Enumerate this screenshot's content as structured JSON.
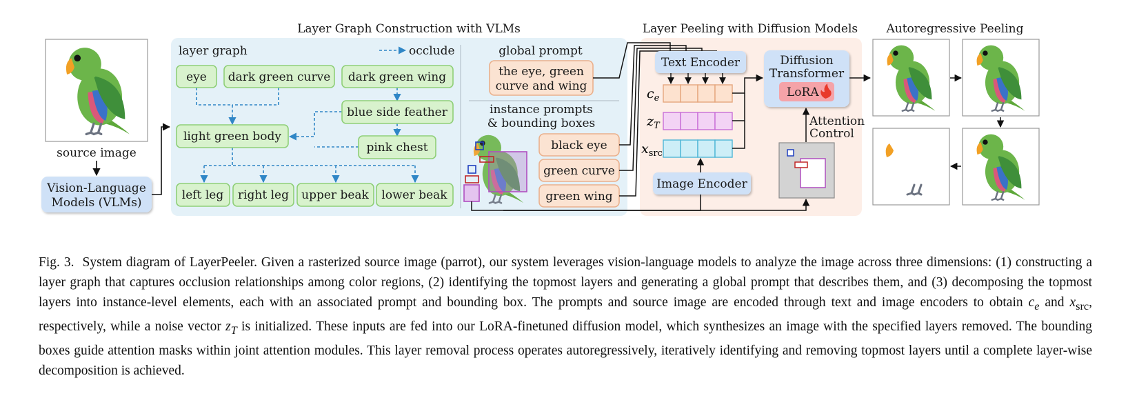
{
  "sections": {
    "graph_title": "Layer Graph Construction with VLMs",
    "peel_title": "Layer Peeling with Diffusion Models",
    "auto_title": "Autoregressive Peeling"
  },
  "source": {
    "label": "source image",
    "vlm_line1": "Vision-Language",
    "vlm_line2": "Models (VLMs)"
  },
  "layer_graph": {
    "title": "layer graph",
    "legend": "occlude",
    "nodes": {
      "eye": "eye",
      "dark_green_curve": "dark green curve",
      "dark_green_wing": "dark green wing",
      "blue_side_feather": "blue side feather",
      "light_green_body": "light green body",
      "pink_chest": "pink chest",
      "left_leg": "left leg",
      "right_leg": "right leg",
      "upper_beak": "upper beak",
      "lower_beak": "lower beak"
    }
  },
  "prompts": {
    "global_title": "global prompt",
    "global_line1": "the eye, green",
    "global_line2": "curve and wing",
    "instance_line1": "instance prompts",
    "instance_line2": "& bounding boxes",
    "black_eye": "black eye",
    "green_curve": "green curve",
    "green_wing": "green wing"
  },
  "peeling": {
    "text_encoder": "Text Encoder",
    "image_encoder": "Image Encoder",
    "dt_line1": "Diffusion",
    "dt_line2": "Transformer",
    "lora": "LoRA",
    "attn_line1": "Attention",
    "attn_line2": "Control",
    "ce_var": "c",
    "ce_sub": "e",
    "zt_var": "z",
    "zt_sub": "T",
    "xsrc_var": "x",
    "xsrc_sub": "src"
  },
  "caption": {
    "label": "Fig. 3.",
    "p1": "System diagram of LayerPeeler. Given a rasterized source image (parrot), our system leverages vision-language models to analyze the image across three dimensions: (1) constructing a layer graph that captures occlusion relationships among color regions, (2) identifying the topmost layers and generating a global prompt that describes them, and (3) decomposing the topmost layers into instance-level elements, each with an associated prompt and bounding box. The prompts and source image are encoded through text and image encoders to obtain",
    "ce_var": "c",
    "ce_sub": "e",
    "and": "and",
    "xsrc_var": "x",
    "xsrc_sub": "src",
    "p2": ", respectively, while a noise vector",
    "zt_var": "z",
    "zt_sub": "T",
    "p3": "is initialized. These inputs are fed into our LoRA-finetuned diffusion model, which synthesizes an image with the specified layers removed. The bounding boxes guide attention masks within joint attention modules. This layer removal process operates autoregressively, iteratively identifying and removing topmost layers until a complete layer-wise decomposition is achieved."
  }
}
